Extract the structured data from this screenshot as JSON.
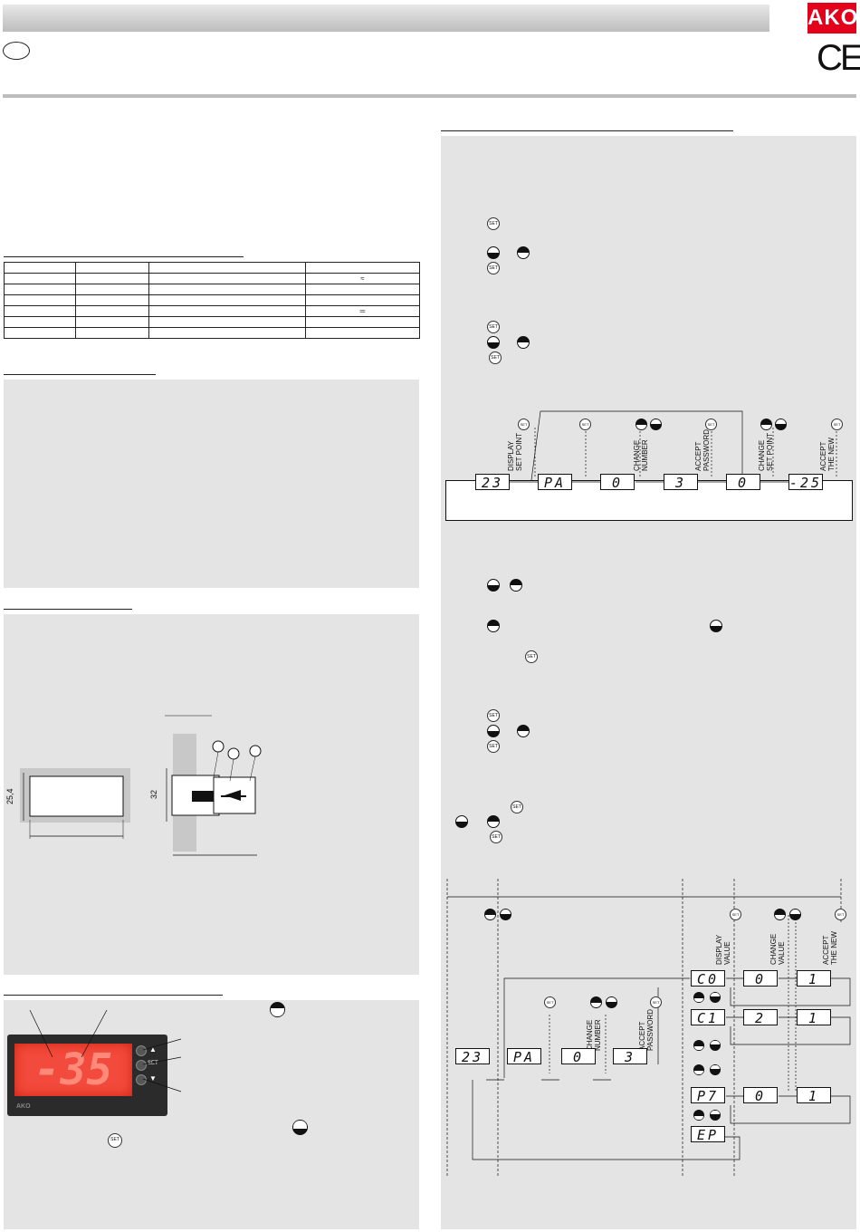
{
  "header": {
    "brand": "AKO",
    "ce_mark": "CE"
  },
  "mechanical": {
    "dim_height": "25,4",
    "dim_panel": "32",
    "callouts": [
      "",
      "",
      ""
    ]
  },
  "panel": {
    "display_value": "-35",
    "brand": "AKO",
    "set_label": "SET"
  },
  "buttons": {
    "set": "SET"
  },
  "flow1": {
    "labels": [
      "DISPLAY\nSET POINT",
      "CHANGE\nNUMBER",
      "ACCEPT\nPASSWORD",
      "CHANGE\nSET POINT",
      "ACCEPT\nTHE NEW"
    ],
    "displays": [
      "23",
      "PA",
      "0",
      "3",
      "0",
      "-25"
    ]
  },
  "flow2": {
    "labels_top": [
      "DISPLAY\nVALUE",
      "CHANGE\nVALUE",
      "ACCEPT\nTHE NEW"
    ],
    "labels_mid": [
      "CHANGE\nNUMBER",
      "ACCEPT\nPASSWORD"
    ],
    "start_displays": [
      "23",
      "PA",
      "0",
      "3"
    ],
    "params": [
      {
        "code": "C0",
        "value": "0",
        "accept": "1"
      },
      {
        "code": "C1",
        "value": "2",
        "accept": "1"
      },
      {
        "code": "P7",
        "value": "0",
        "accept": "1"
      },
      {
        "code": "EP"
      }
    ]
  }
}
